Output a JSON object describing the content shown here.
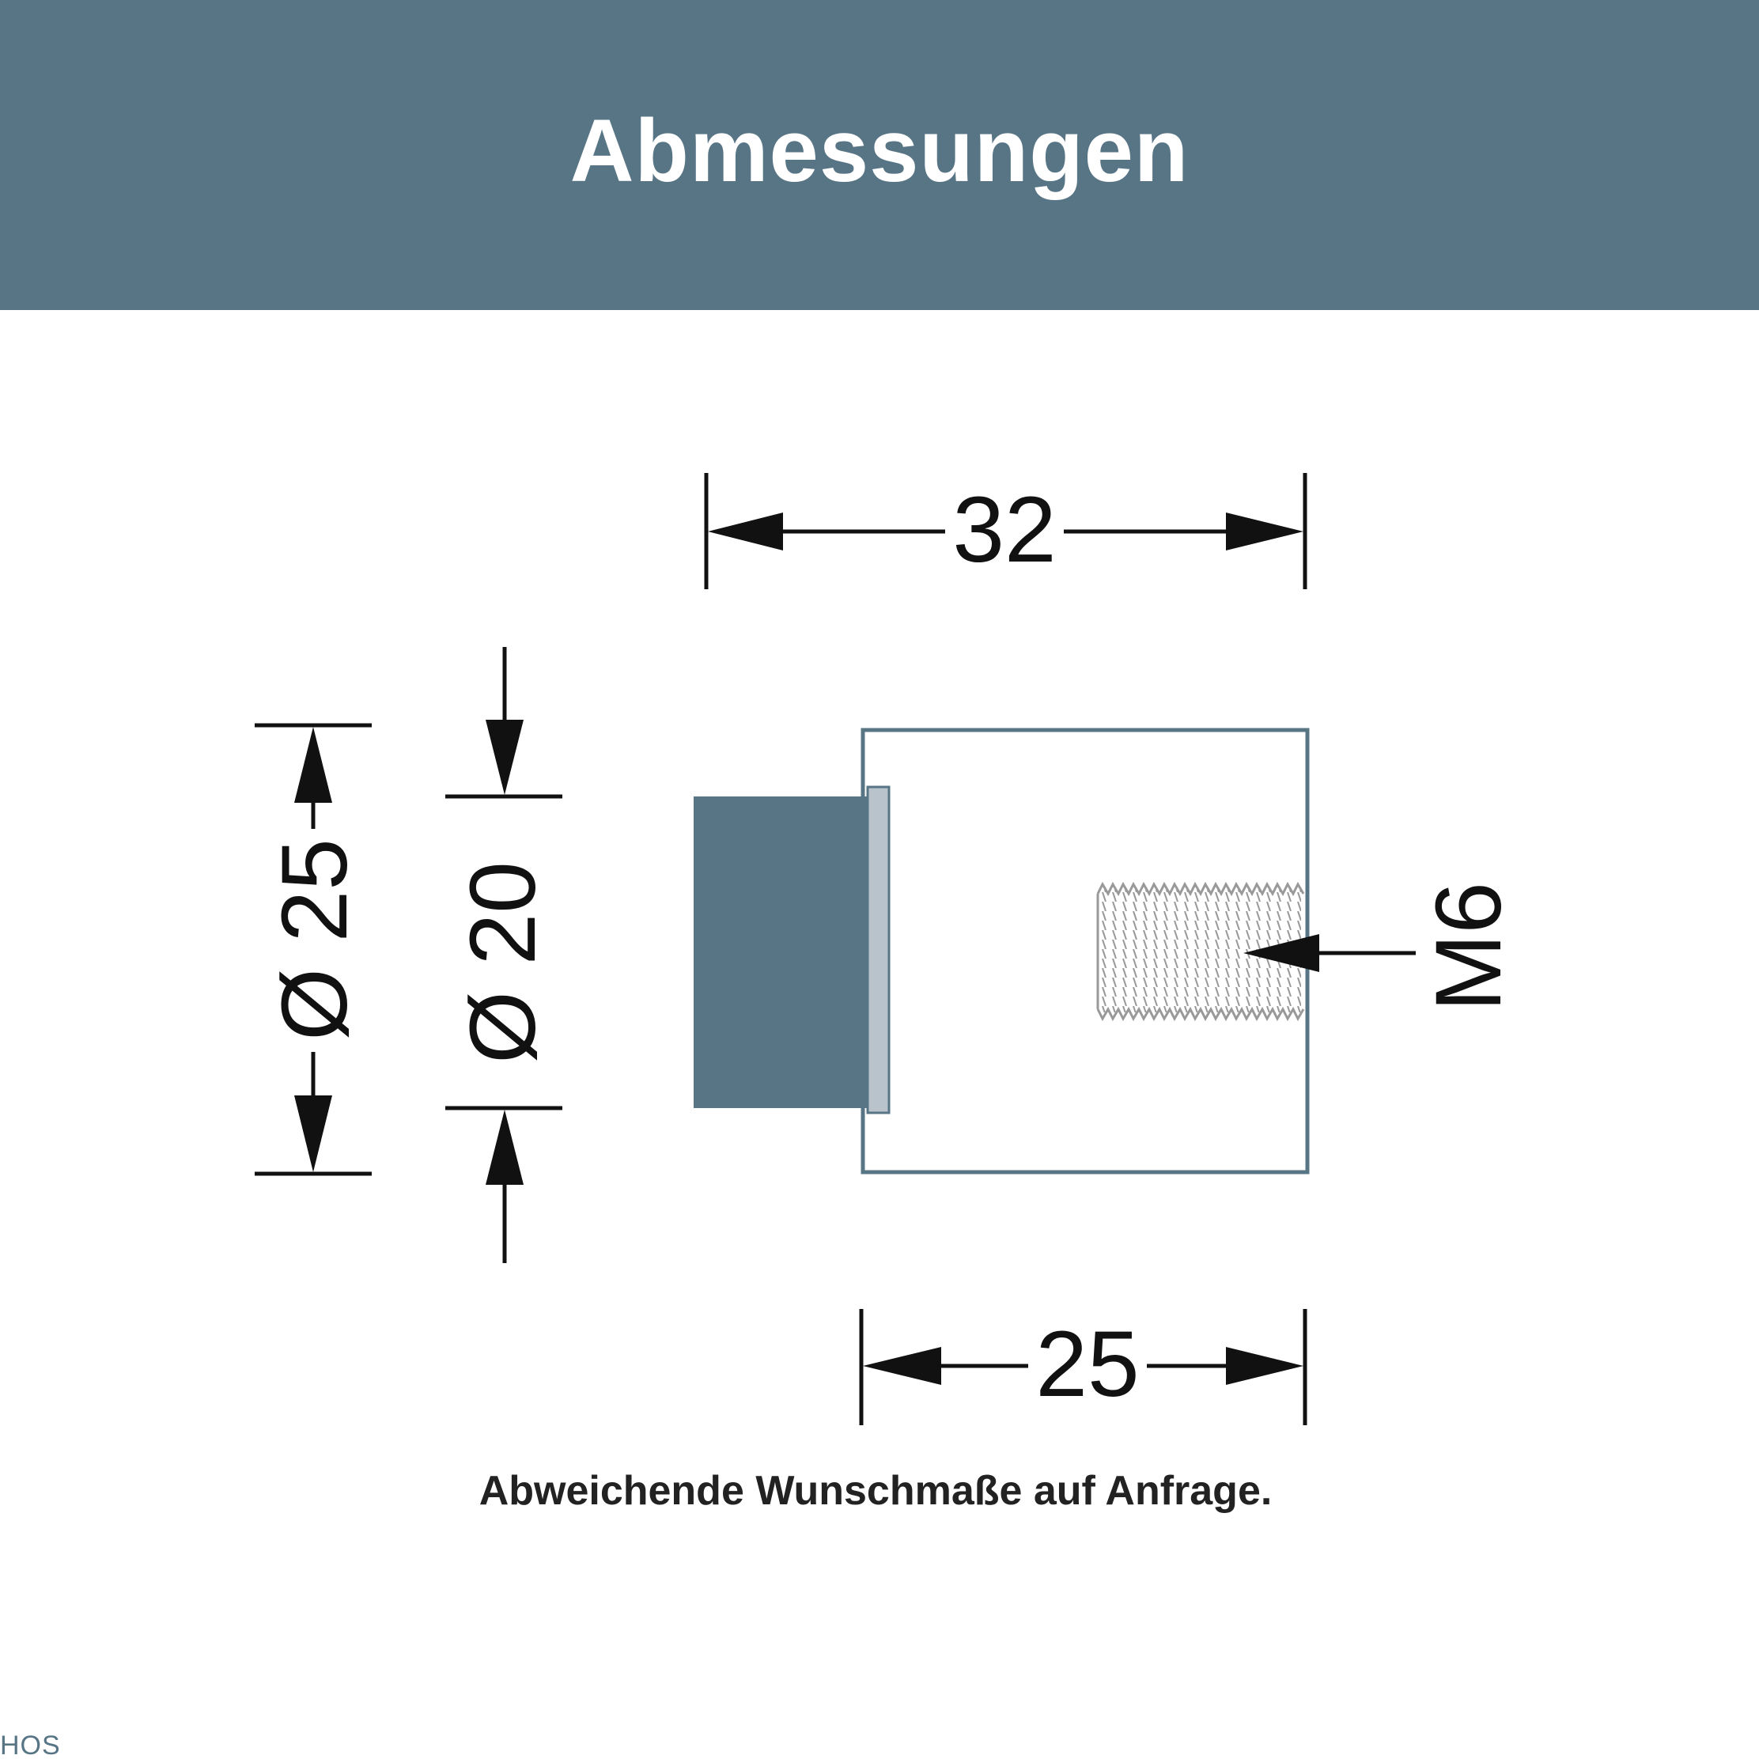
{
  "header": {
    "title": "Abmessungen",
    "background_color": "#587586"
  },
  "drawing": {
    "dim_total_length": "32",
    "dim_body_length": "25",
    "dim_outer_diameter": "Ø 25",
    "dim_inner_diameter": "Ø 20",
    "dim_thread": "M6",
    "accent_color": "#587586"
  },
  "note": "Abweichende Wunschmaße auf Anfrage.",
  "logo": "HOS"
}
